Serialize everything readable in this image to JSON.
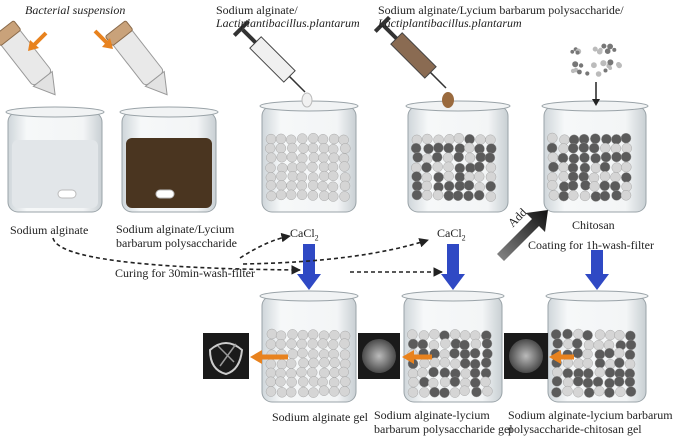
{
  "labels": {
    "bacterial_suspension": "Bacterial suspension",
    "sodium_alginate_top_line1": "Sodium alginate/",
    "sodium_alginate_top_line2": "Lactiplantibacillus.plantarum",
    "sodium_lbp_top_line1": "Sodium alginate/Lycium barbarum polysaccharide/",
    "sodium_lbp_top_line2": "Lactiplantibacillus.plantarum",
    "sodium_alginate": "Sodium alginate",
    "sodium_lbp_line1": "Sodium alginate/Lycium",
    "sodium_lbp_line2": "barbarum polysaccharide",
    "cacl2_1": "CaCl",
    "cacl2_2": "CaCl",
    "cacl2_sub": "2",
    "chitosan": "Chitosan",
    "add": "Add",
    "curing": "Curing for 30min-wash-filter",
    "coating": "Coating for 1h-wash-filter",
    "gel1": "Sodium alginate gel",
    "gel2_line1": "Sodium alginate-lycium",
    "gel2_line2": "barbarum polysaccharide gel",
    "gel3_line1": "Sodium alginate-lycium barbarum",
    "gel3_line2": "polysaccharide-chitosan gel"
  },
  "colors": {
    "orange_arrow": "#e8821e",
    "blue_arrow": "#2f49c4",
    "brown_liquid": "#4a3520",
    "light_bead": "#d5d5d5",
    "dark_bead": "#5b5b5b",
    "glass": "#e9eef1"
  }
}
